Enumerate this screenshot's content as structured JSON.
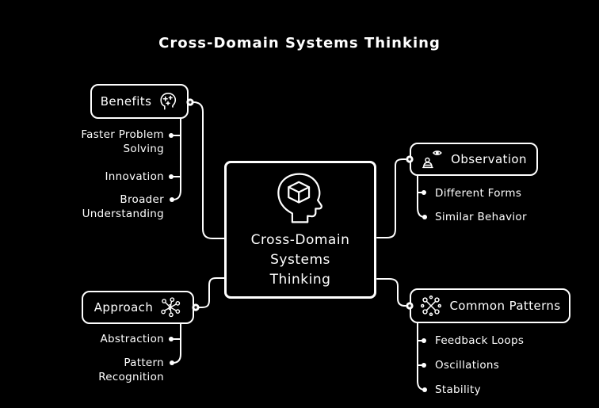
{
  "title": "Cross-Domain Systems Thinking",
  "colors": {
    "background": "#000000",
    "stroke": "#ffffff",
    "text": "#ffffff"
  },
  "central": {
    "label": "Cross-Domain\nSystems\nThinking",
    "icon": "head-cube-icon"
  },
  "branches": [
    {
      "label": "Benefits",
      "icon": "brain-plus-icon",
      "side": "left",
      "items": [
        "Faster Problem Solving",
        "Innovation",
        "Broader Understanding"
      ]
    },
    {
      "label": "Observation",
      "icon": "observer-eye-icon",
      "side": "right",
      "items": [
        "Different Forms",
        "Similar Behavior"
      ]
    },
    {
      "label": "Approach",
      "icon": "idea-network-icon",
      "side": "left",
      "items": [
        "Abstraction",
        "Pattern Recognition"
      ]
    },
    {
      "label": "Common Patterns",
      "icon": "pattern-network-icon",
      "side": "right",
      "items": [
        "Feedback Loops",
        "Oscillations",
        "Stability"
      ]
    }
  ]
}
